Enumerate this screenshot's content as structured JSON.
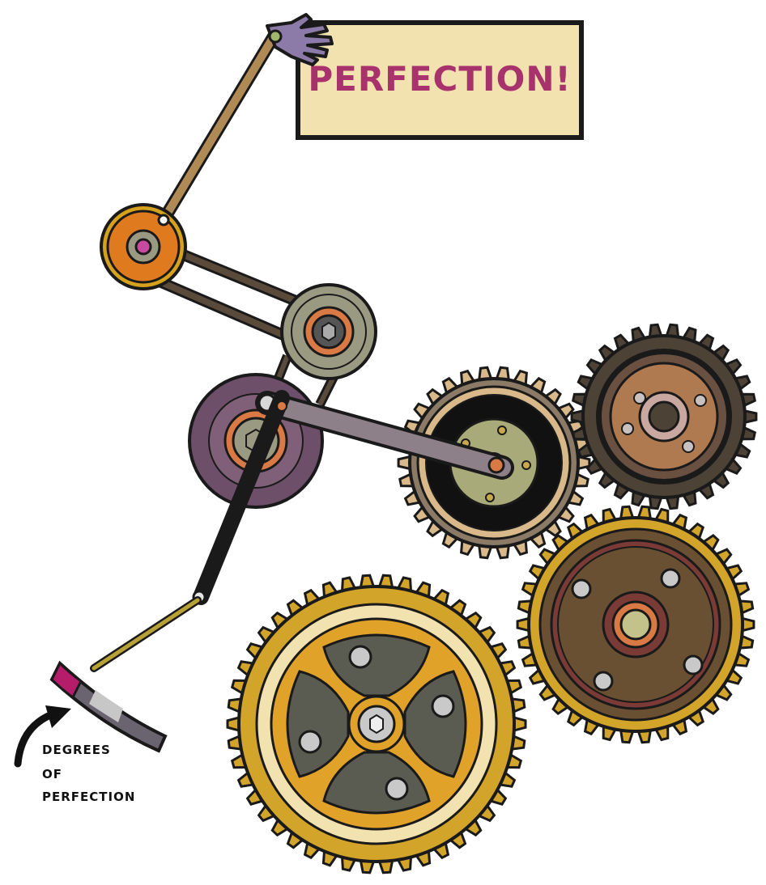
{
  "sign": {
    "text": "PERFECTION!"
  },
  "caption": {
    "line1": "DEGREES",
    "line2": "OF",
    "line3": "PERFECTION"
  },
  "colors": {
    "outline": "#1a1a1a",
    "sign_fill": "#f2e2b0",
    "sign_text": "#a8326c",
    "hand": "#8c7aa8",
    "arm_upper": "#b08a55",
    "pulley_orange": "#e07a1e",
    "pulley_ring": "#d7a21b",
    "belt": "#5a4a3a",
    "disc_sage": "#9a9a82",
    "disc_purple": "#6e4f6a",
    "arm_grey": "#8e8088",
    "gear_tan": "#d9b98a",
    "gear_dark": "#4c4236",
    "gear_gold": "#d2a42a",
    "gear_brown": "#6a5032",
    "fan_blade": "#5a5c52",
    "gauge_magenta": "#b51c6a"
  },
  "icons": [
    "hand-icon",
    "gear-icon",
    "pulley-icon",
    "screw-icon",
    "curved-arrow-icon",
    "gauge-icon"
  ]
}
